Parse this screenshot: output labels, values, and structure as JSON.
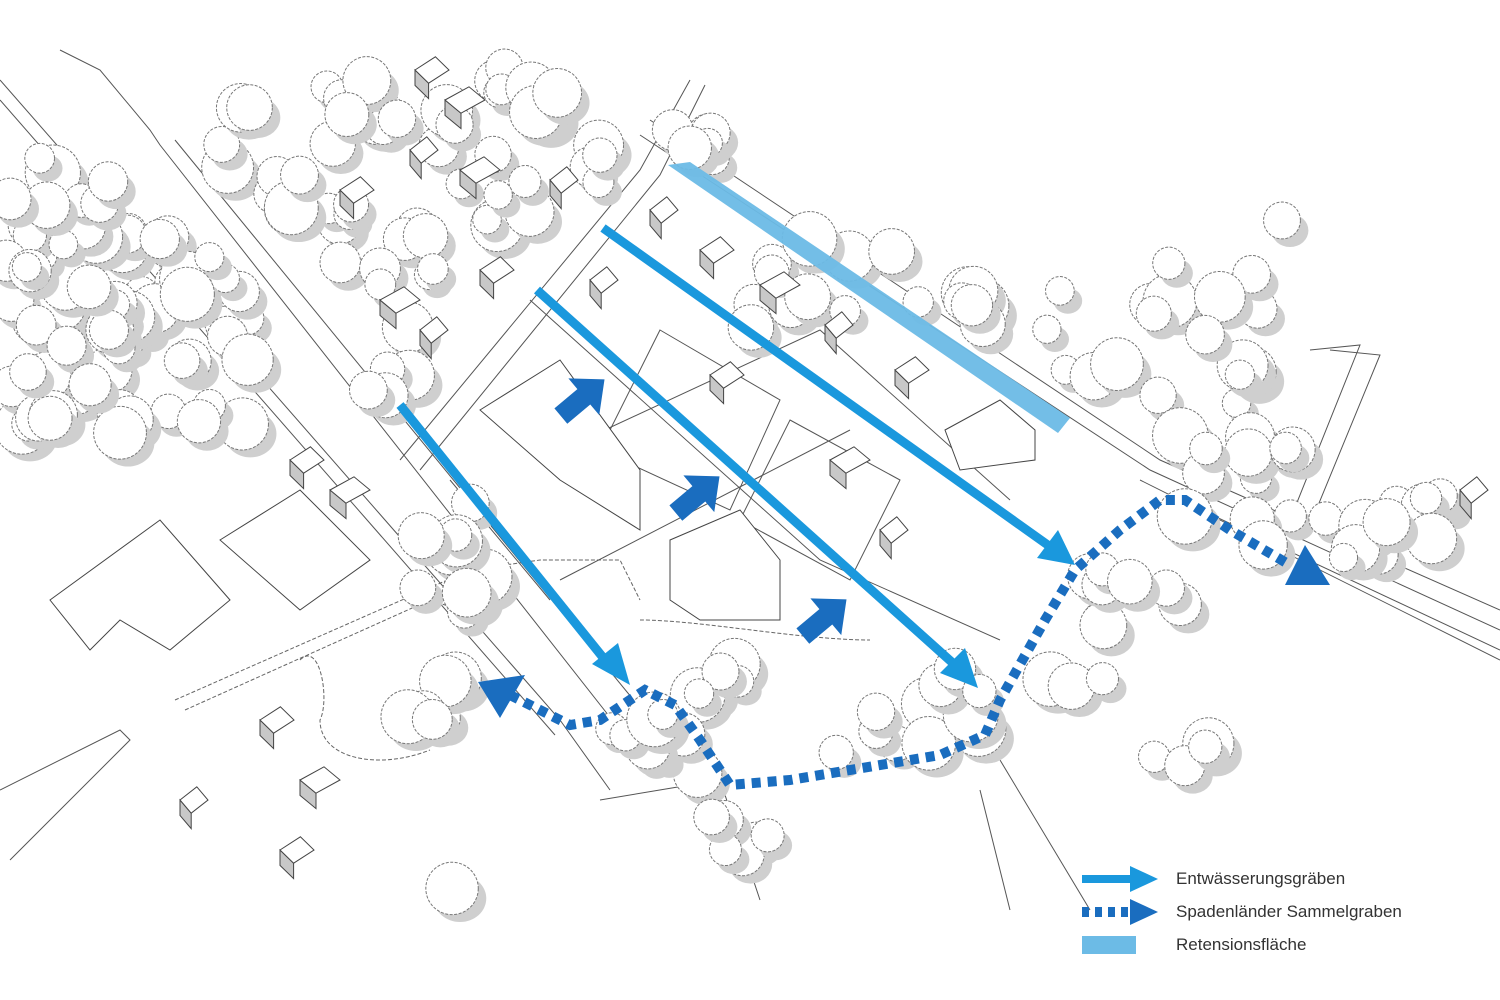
{
  "diagram": {
    "title": "",
    "colors": {
      "drainage_ditch": "#1a98dd",
      "collector_ditch": "#1a6dbf",
      "retention_area": "#6cbbe6",
      "flow_arrow": "#1a6dbf",
      "building_shadow": "#c8c8c8",
      "tree_outline": "#777777",
      "line": "#555555"
    },
    "elements": {
      "drainage_ditches": [
        {
          "id": "ditch-1",
          "direction": "southeast"
        },
        {
          "id": "ditch-2",
          "direction": "southeast"
        },
        {
          "id": "ditch-3",
          "direction": "southeast"
        }
      ],
      "collector_ditch": {
        "id": "spadenlaender-sammelgraben",
        "ends": [
          "west",
          "east"
        ]
      },
      "retention_area": {
        "id": "retention-area"
      },
      "flow_arrows": [
        {
          "id": "flow-arrow-1",
          "direction": "northeast"
        },
        {
          "id": "flow-arrow-2",
          "direction": "northeast"
        },
        {
          "id": "flow-arrow-3",
          "direction": "northeast"
        }
      ]
    }
  },
  "legend": {
    "items": [
      {
        "symbol": "solid-arrow",
        "label": "Entwässerungsgräben"
      },
      {
        "symbol": "dotted-arrow",
        "label": "Spadenländer Sammelgraben"
      },
      {
        "symbol": "filled-rect",
        "label": "Retensionsfläche"
      }
    ]
  }
}
